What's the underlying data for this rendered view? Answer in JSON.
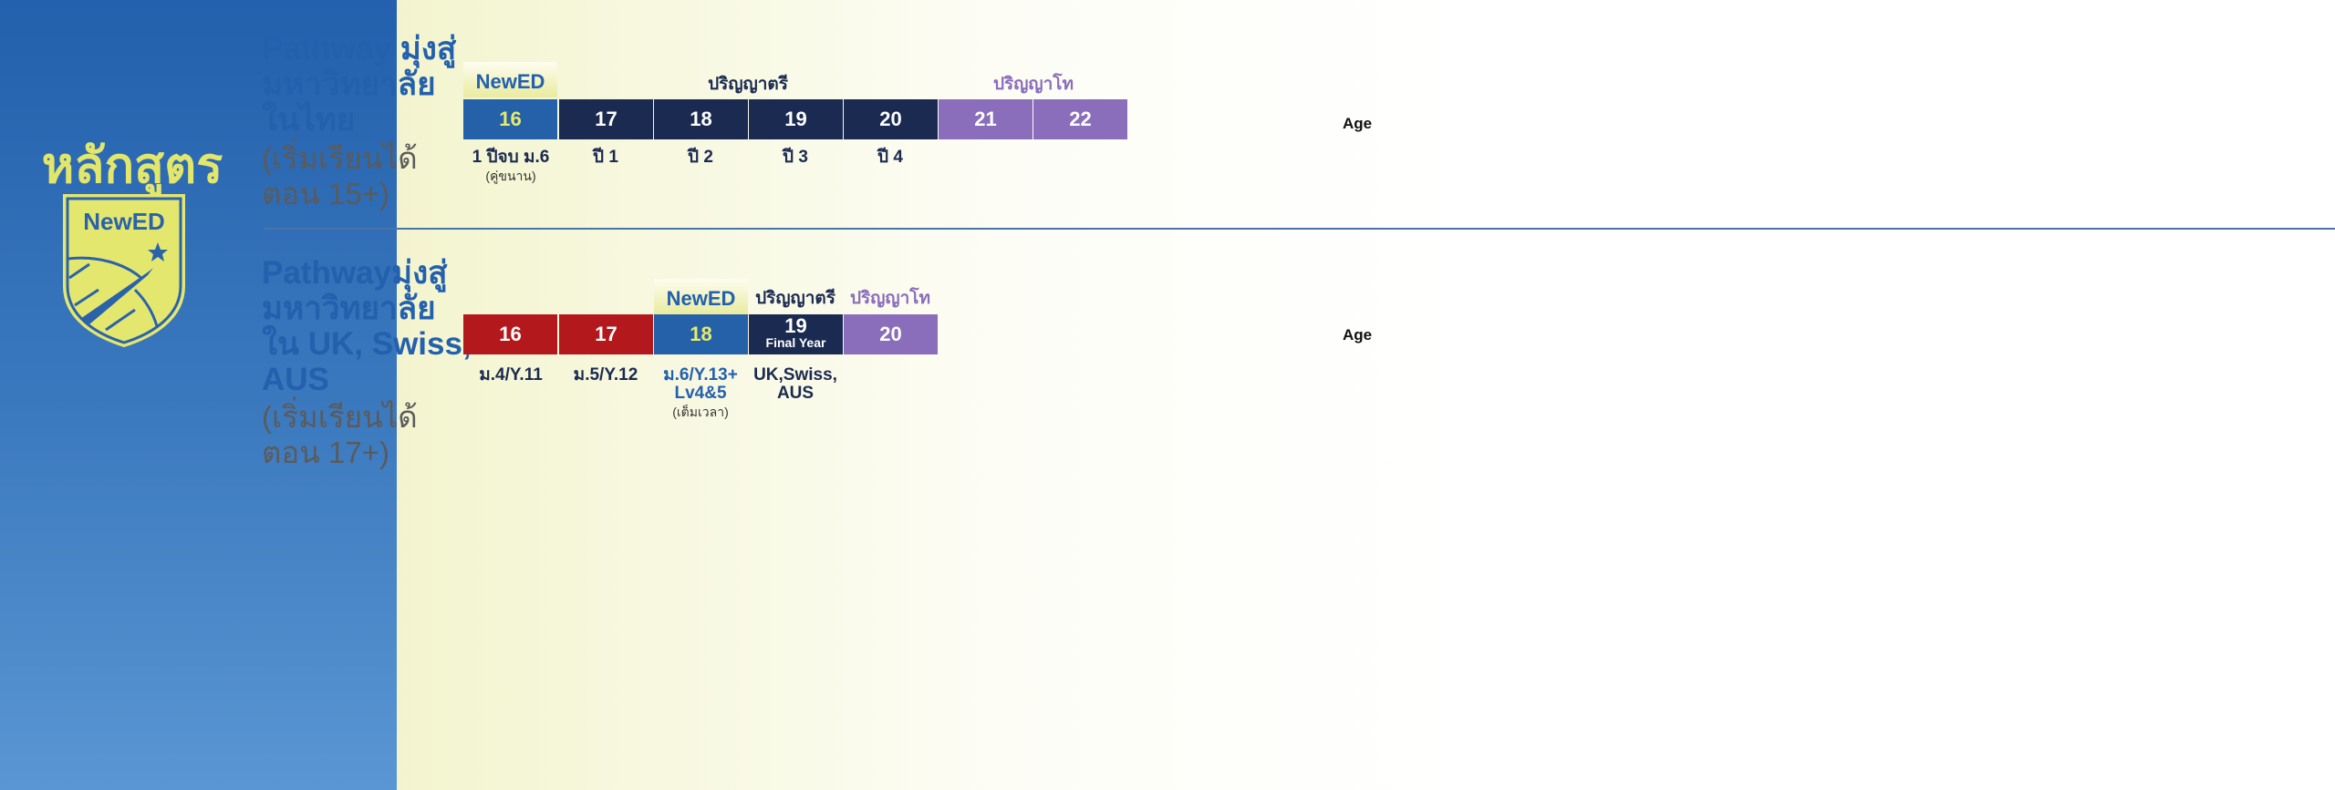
{
  "sidebar": {
    "title": "หลักสูตร",
    "logo_text": "NewED"
  },
  "thai": {
    "title": [
      "Pathway มุ่งสู่",
      "มหาวิทยาลัย",
      "ในไทย"
    ],
    "subtitle": [
      "(เริ่มเรียนได้",
      "ตอน 15+)"
    ],
    "top_labels": {
      "newed": "NewED",
      "bachelor": "ปริญญาตรี",
      "master": "ปริญญาโท"
    },
    "ages": [
      "16",
      "17",
      "18",
      "19",
      "20",
      "21",
      "22"
    ],
    "bottom": [
      "1 ปีจบ ม.6",
      "ปี 1",
      "ปี 2",
      "ปี 3",
      "ปี 4"
    ],
    "bottom_note": "(คู่ขนาน)",
    "age_label": "Age"
  },
  "abroad": {
    "title": [
      "Pathwayมุ่งสู่",
      "มหาวิทยาลัย",
      "ใน UK, Swiss,",
      "AUS"
    ],
    "subtitle": [
      "(เริ่มเรียนได้",
      "ตอน 17+)"
    ],
    "top_labels": {
      "newed": "NewED",
      "bachelor": "ปริญญาตรี",
      "master": "ปริญญาโท"
    },
    "ages": [
      "16",
      "17",
      "18",
      "19",
      "20"
    ],
    "final_year": "Final Year",
    "bottom": [
      "ม.4/Y.11",
      "ม.5/Y.12",
      "ม.6/Y.13+",
      "Lv4&5",
      "UK,Swiss,",
      "AUS"
    ],
    "bottom_note": "(เต็มเวลา)",
    "age_label": "Age"
  },
  "colors": {
    "newed": "#2561a8",
    "bachelor": "#1b2a50",
    "master": "#8a6dbb",
    "highschool": "#b3191c",
    "accent": "#e2e66a"
  }
}
